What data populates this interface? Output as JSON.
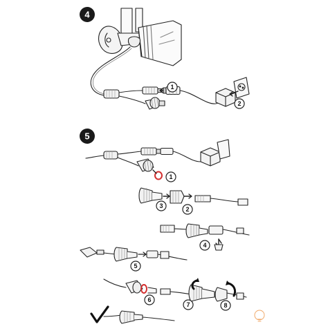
{
  "panels": [
    {
      "step": "4",
      "callouts": [
        "1",
        "2"
      ]
    },
    {
      "step": "5",
      "callouts": [
        "1",
        "3",
        "2",
        "4",
        "5",
        "6",
        "7",
        "8"
      ]
    }
  ],
  "colors": {
    "line": "#222222",
    "seal_ring": "#d32f2f",
    "badge_fill": "#1a1a1a",
    "corner_icon": "#f0a868"
  },
  "icons": {
    "check": "check-icon",
    "corner": "lightbulb-icon"
  }
}
